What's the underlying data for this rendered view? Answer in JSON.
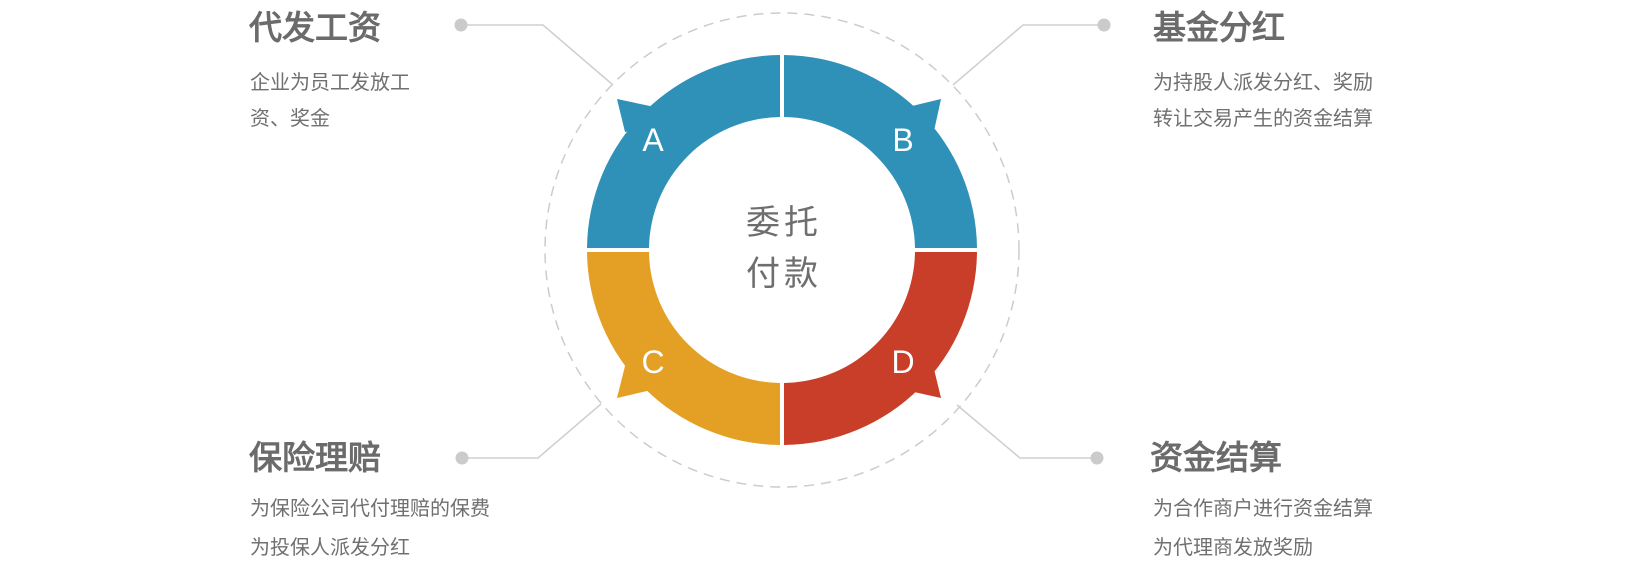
{
  "center": {
    "line1": "委托",
    "line2": "付款"
  },
  "segments": [
    {
      "label": "A",
      "color": "#2f91b7"
    },
    {
      "label": "B",
      "color": "#2f91b7"
    },
    {
      "label": "C",
      "color": "#e3a024"
    },
    {
      "label": "D",
      "color": "#c93e28"
    }
  ],
  "items": {
    "top_left": {
      "title": "代发工资",
      "lines": [
        "企业为员工发放工",
        "资、奖金"
      ]
    },
    "top_right": {
      "title": "基金分红",
      "lines": [
        "为持股人派发分红、奖励",
        "转让交易产生的资金结算"
      ]
    },
    "bottom_left": {
      "title": "保险理赔",
      "lines": [
        "为保险公司代付理赔的保费",
        "为投保人派发分红"
      ]
    },
    "bottom_right": {
      "title": "资金结算",
      "lines": [
        "为合作商户进行资金结算",
        "为代理商发放奖励"
      ]
    }
  }
}
